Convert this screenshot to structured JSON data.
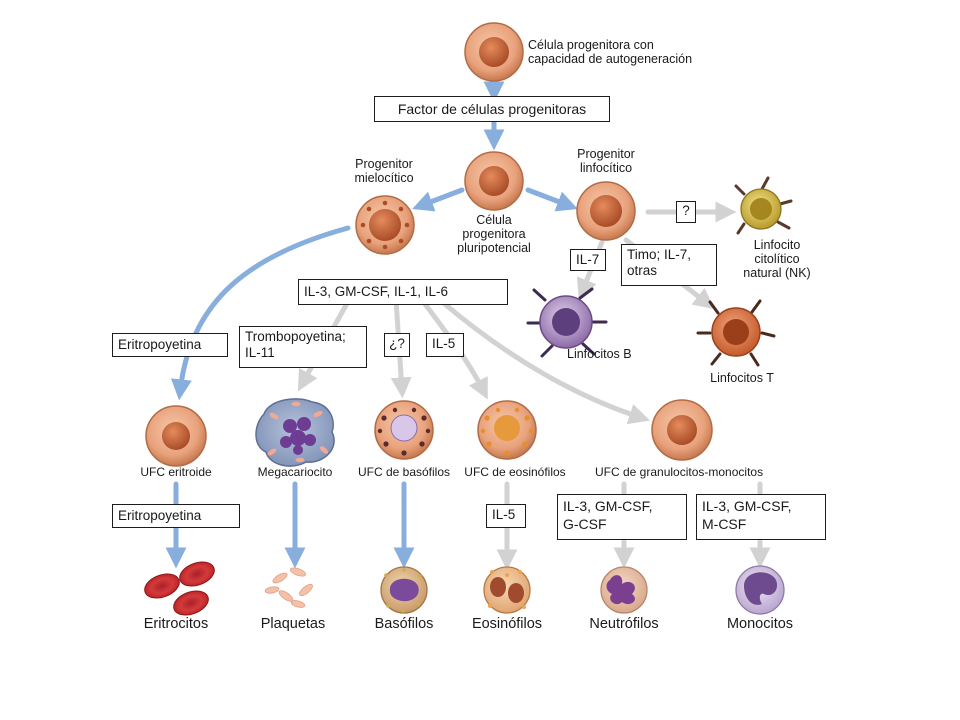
{
  "cells": {
    "self_renewing": "Célula progenitora con\ncapacidad de autogeneración",
    "myeloid": "Progenitor\nmielocítico",
    "pluripotent": "Célula\nprogenitora\npluripotencial",
    "lymphoid": "Progenitor\nlinfocítico",
    "nk": "Linfocito\ncitolítico\nnatural (NK)",
    "b_cells": "Linfocitos B",
    "t_cells": "Linfocitos T",
    "cfu_erythroid": "UFC eritroide",
    "megakaryocyte": "Megacariocito",
    "cfu_basophil": "UFC de basófilos",
    "cfu_eosinophil": "UFC de eosinófilos",
    "cfu_gm": "UFC de granulocitos-monocitos"
  },
  "factors": {
    "stem_cell_factor": "Factor de células progenitoras",
    "unknown_nk": "?",
    "il7": "IL-7",
    "thymus": "Timo; IL-7,\notras",
    "myeloid_mix": "IL-3, GM-CSF, IL-1, IL-6",
    "epo_top": "Eritropoyetina",
    "tpo": "Trombopoyetina;\nIL-11",
    "unknown_baso": "¿?",
    "il5_top": "IL-5",
    "epo_bottom": "Eritropoyetina",
    "il5_bottom": "IL-5",
    "neutro_mix": "IL-3, GM-CSF,\nG-CSF",
    "mono_mix": "IL-3, GM-CSF,\nM-CSF"
  },
  "final_cells": {
    "erythrocytes": "Eritrocitos",
    "platelets": "Plaquetas",
    "basophils": "Basófilos",
    "eosinophils": "Eosinófilos",
    "neutrophils": "Neutrófilos",
    "monocytes": "Monocitos"
  },
  "colors": {
    "blue_arrow": "#88aedd",
    "gray_arrow": "#d2d2d2",
    "cell_fill": "#e6a27e",
    "cell_rim": "#c77b55",
    "nucleus": "#c0653e"
  }
}
